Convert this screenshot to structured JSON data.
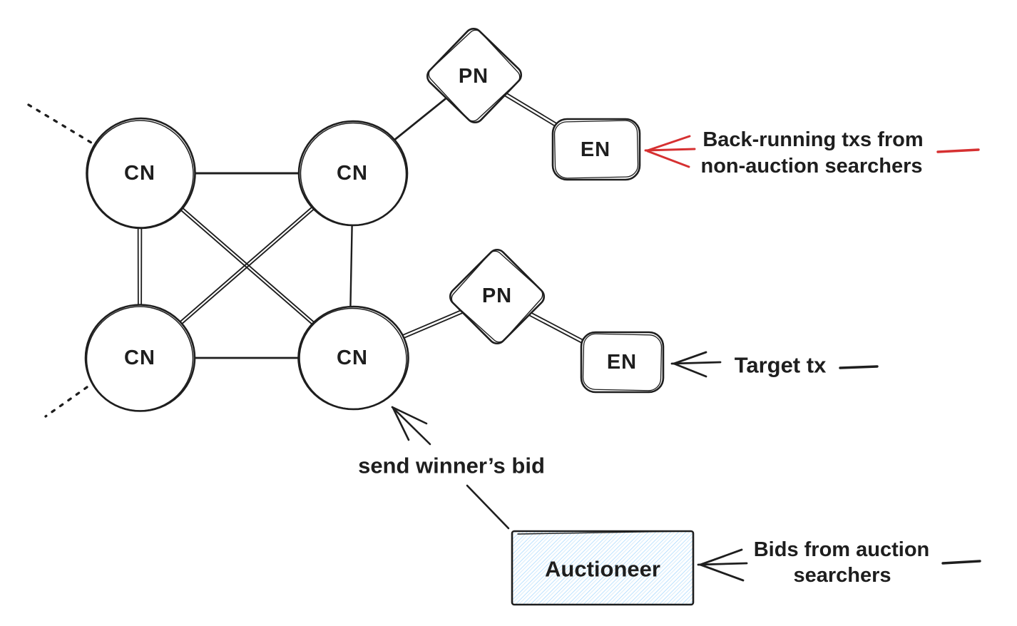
{
  "nodes": {
    "cn": "CN",
    "pn": "PN",
    "en": "EN",
    "auctioneer": "Auctioneer"
  },
  "annotations": {
    "back_running": {
      "line1": "Back-running txs from",
      "line2": "non-auction searchers"
    },
    "target_tx": {
      "label": "Target tx"
    },
    "send_winners_bid": {
      "label": "send winner’s bid"
    },
    "bids": {
      "line1": "Bids from auction",
      "line2": "searchers"
    }
  },
  "colors": {
    "ink": "#1e1e1e",
    "red": "#d63031",
    "hatch_blue": "#a5d8ff",
    "background": "#ffffff"
  }
}
